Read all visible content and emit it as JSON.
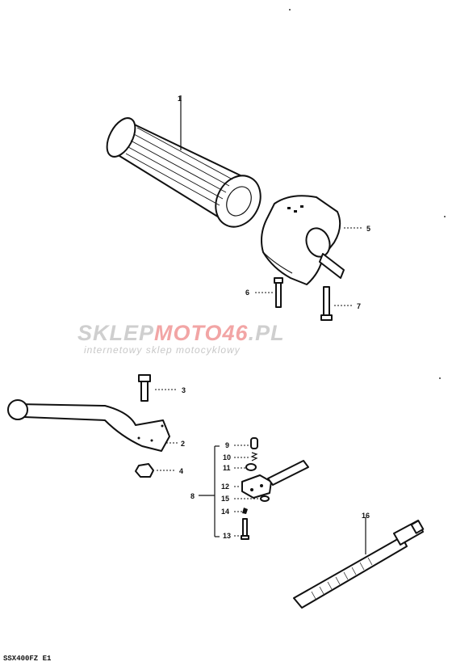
{
  "watermark": {
    "name_grey": "SKLEP",
    "name_red": "MOTO46",
    "name_grey_end": ".PL",
    "tagline": "internetowy sklep motocyklowy",
    "grey_color": "#cfcfcf",
    "red_color": "#f2a5a5"
  },
  "diagram_code": "SSX400FZ E1",
  "labels": {
    "grip": "1",
    "lever": "2",
    "lever_bolt": "3",
    "lever_nut": "4",
    "switch_box": "5",
    "screw_6": "6",
    "screw_7": "7",
    "switch_group": "8",
    "part_9": "9",
    "part_10": "10",
    "part_11": "11",
    "part_12": "12",
    "part_13": "13",
    "part_14": "14",
    "part_15": "15",
    "strap": "16"
  }
}
